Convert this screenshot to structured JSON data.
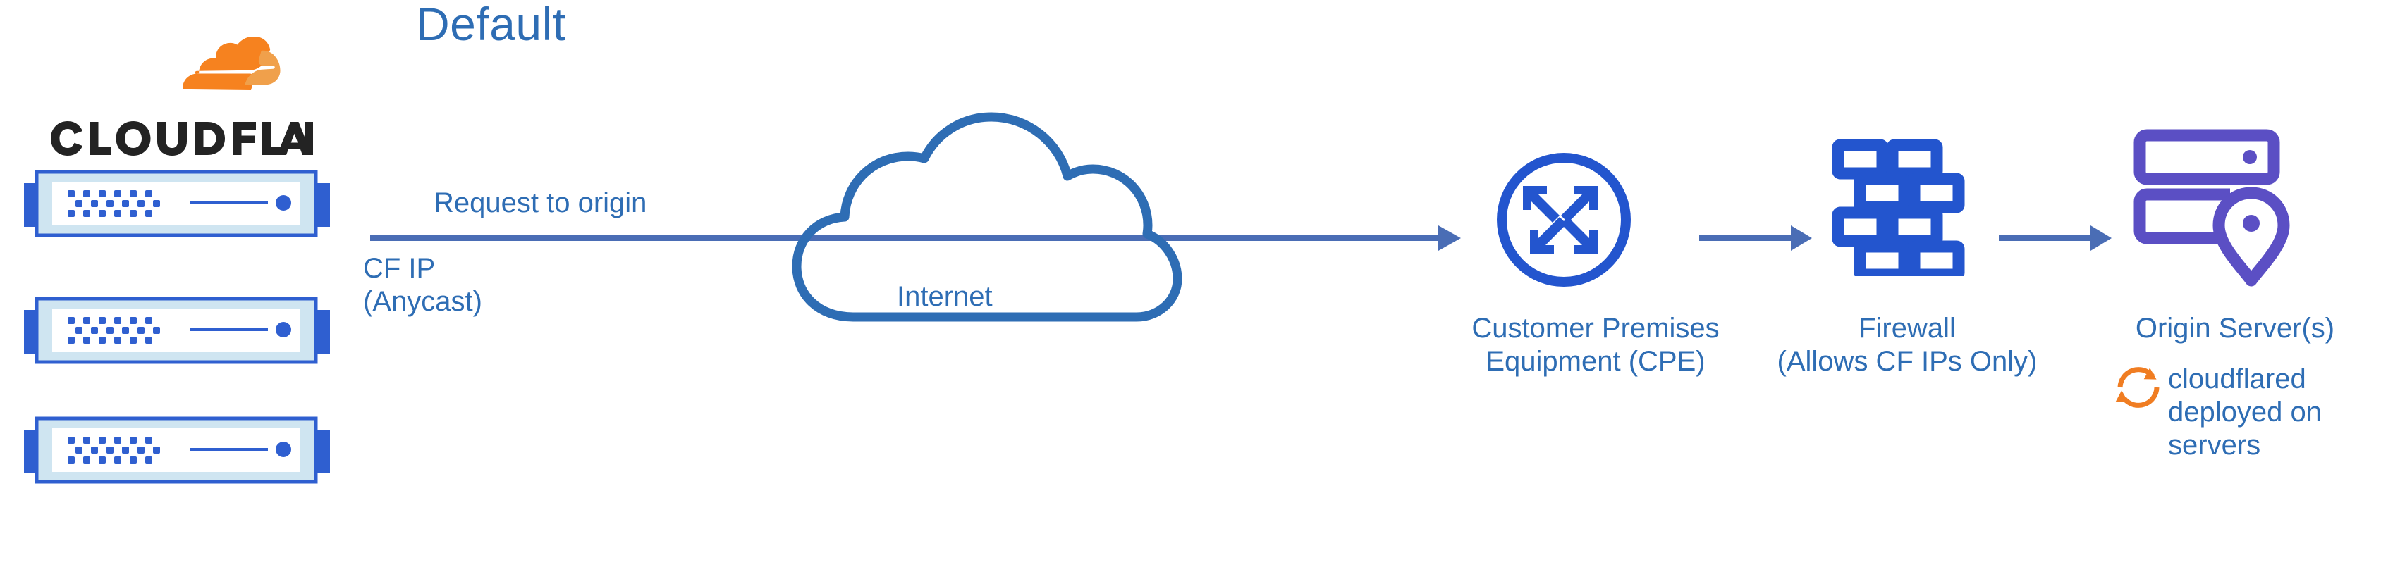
{
  "diagram": {
    "title": "Default",
    "type": "network-architecture-diagram",
    "brand": {
      "logo_name": "cloudflare-logo",
      "wordmark": "CLOUDFLARE",
      "trademark": "®"
    },
    "colors": {
      "title_blue": "#2E6DB4",
      "label_blue": "#2E6DB4",
      "line_blue": "#4A6DB5",
      "icon_blue": "#2355CE",
      "cloud_stroke_blue": "#2E6DB4",
      "server_rack_blue": "#2F5FD0",
      "server_rack_fill": "#CFE5F1",
      "origin_purple": "#5B4FC4",
      "cloudflare_orange": "#F6821F",
      "cloudflare_orange_light": "#F0A04B",
      "wordmark_black": "#232323",
      "background": "#FFFFFF"
    },
    "nodes": [
      {
        "id": "cloudflare-edge",
        "icon": "server-rack-stack-icon",
        "count": 3,
        "label": ""
      },
      {
        "id": "internet",
        "icon": "cloud-outline-icon",
        "label": "Internet"
      },
      {
        "id": "cpe",
        "icon": "converging-arrows-circle-icon",
        "label_line1": "Customer Premises",
        "label_line2": "Equipment (CPE)"
      },
      {
        "id": "firewall",
        "icon": "brick-wall-icon",
        "label_line1": "Firewall",
        "label_line2": "(Allows CF IPs Only)"
      },
      {
        "id": "origin",
        "icon": "server-location-pin-icon",
        "label": "Origin Server(s)"
      }
    ],
    "connections": [
      {
        "id": "edge-to-cpe",
        "from": "cloudflare-edge",
        "to": "cpe",
        "label_above": "Request to origin",
        "label_below_line1": "CF IP",
        "label_below_line2": "(Anycast)"
      },
      {
        "id": "cpe-to-firewall",
        "from": "cpe",
        "to": "firewall",
        "label": ""
      },
      {
        "id": "firewall-to-origin",
        "from": "firewall",
        "to": "origin",
        "label": ""
      }
    ],
    "annotation": {
      "icon": "sync-arrows-icon",
      "line1": "cloudflared",
      "line2": "deployed on",
      "line3": "servers"
    }
  }
}
